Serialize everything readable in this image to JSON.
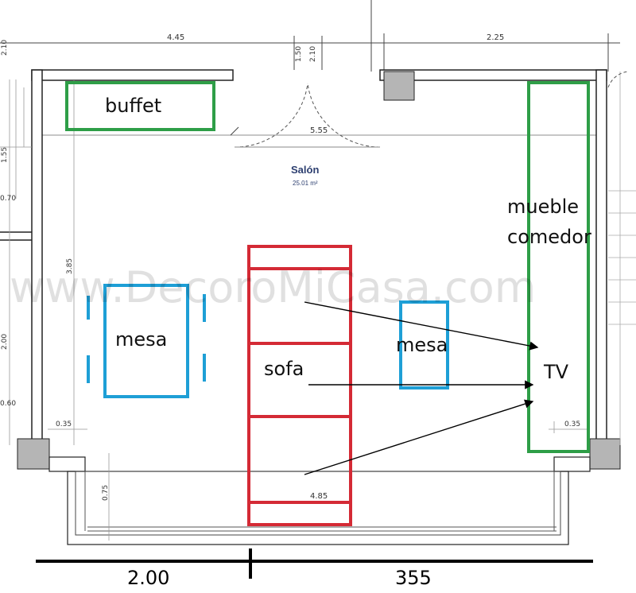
{
  "room": {
    "name": "Salón",
    "area": "25.01 m²"
  },
  "watermark": "www.DecoroMiCasa.com",
  "dimensions": {
    "top_left": "4.45",
    "top_right": "2.25",
    "door_a": "1.50",
    "door_b": "2.10",
    "inner_width": "5.55",
    "left_height": "3.85",
    "left_1": "1.55",
    "left_2": "0.70",
    "left_3": "2.00",
    "left_4": "0.60",
    "left_5": "2.10",
    "wall_left": "0.35",
    "wall_right": "0.35",
    "terrace_depth": "0.75",
    "bottom_inner": "4.85"
  },
  "labels": {
    "buffet": "buffet",
    "mueble_1": "mueble",
    "mueble_2": "comedor",
    "mesa_left": "mesa",
    "mesa_right": "mesa",
    "sofa": "sofa",
    "tv": "TV"
  },
  "bottom_scale": {
    "left": "2.00",
    "right": "355"
  },
  "colors": {
    "buffet": "#2e9e47",
    "mueble": "#2e9e47",
    "mesa": "#1e9fd6",
    "sofa": "#d42a35"
  }
}
